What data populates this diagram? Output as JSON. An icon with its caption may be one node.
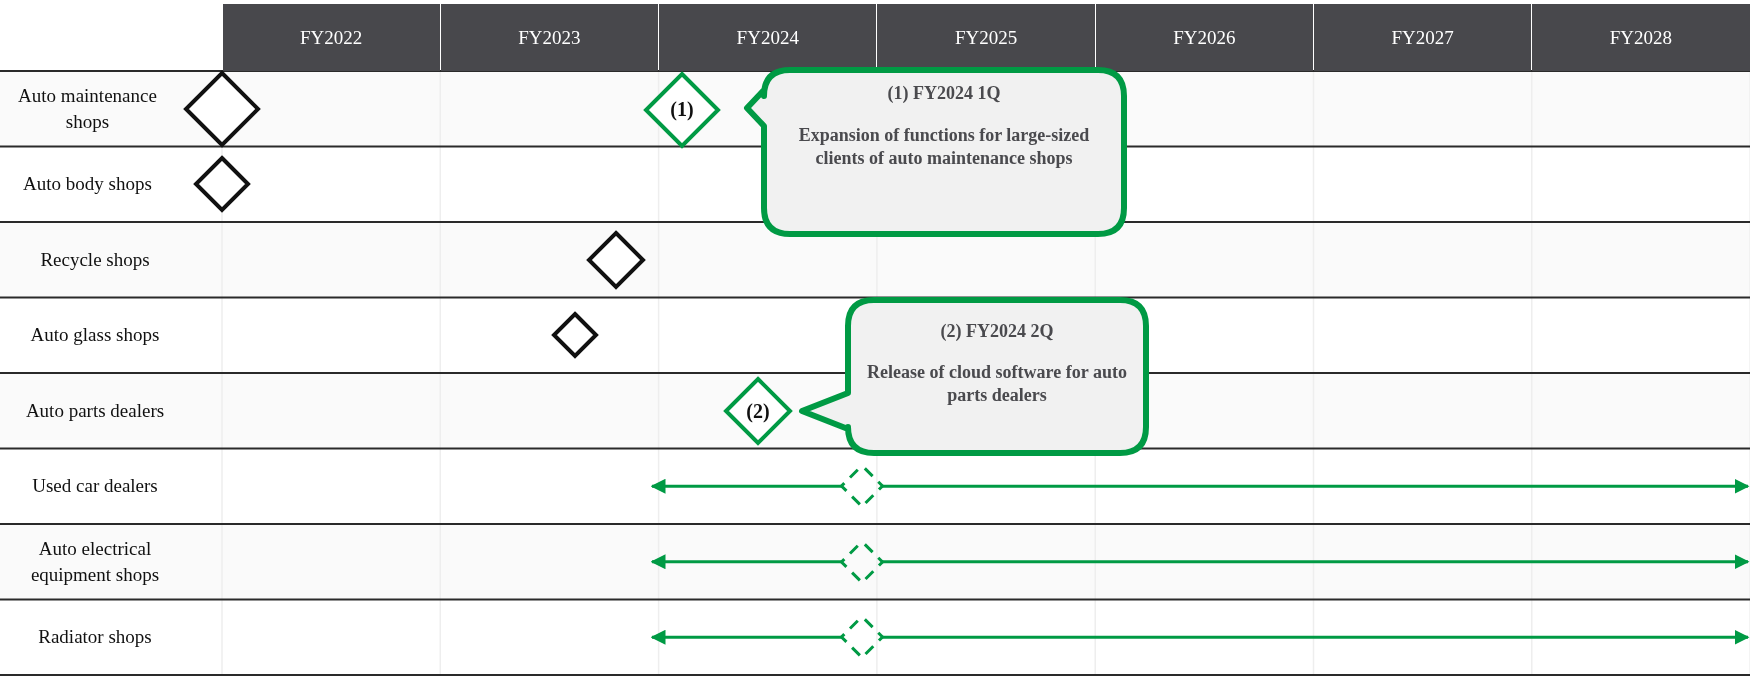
{
  "diagram": {
    "nodes": [
      {
        "text": [
          "FY2022"
        ]
      },
      {
        "text": [
          "FY2023"
        ]
      },
      {
        "text": [
          "FY2024"
        ]
      },
      {
        "text": [
          "FY2025"
        ]
      },
      {
        "text": [
          "FY2026"
        ]
      },
      {
        "text": [
          "FY2027"
        ]
      },
      {
        "text": [
          "FY2028"
        ]
      },
      {
        "text": [],
        "shape": "diamond"
      },
      {
        "text": [
          "(1)"
        ]
      },
      {
        "text": [
          "(1) FY2024 1Q",
          "Expansion of functions for large-sized clients of auto maintenance shops"
        ]
      },
      {
        "text": [],
        "shape": "diamond"
      },
      {
        "text": [],
        "shape": "diamond"
      },
      {
        "text": [],
        "shape": "diamond"
      },
      {
        "text": [
          "(2)"
        ]
      },
      {
        "text": [
          "(2) FY2024 2Q",
          "Release of cloud software for auto parts dealers"
        ]
      },
      {
        "text": [],
        "shape": "diamond"
      },
      {
        "text": [],
        "shape": "diamond"
      },
      {
        "text": [],
        "shape": "diamond"
      }
    ],
    "edges": [
      {
        "from": 15,
        "to": null,
        "arrow": "to"
      },
      {
        "from": 15,
        "to": null,
        "arrow": "to"
      },
      {
        "from": 16,
        "to": null,
        "arrow": "to"
      },
      {
        "from": 16,
        "to": null,
        "arrow": "to"
      },
      {
        "from": 17,
        "to": null,
        "arrow": "to"
      },
      {
        "from": 17,
        "to": null,
        "arrow": "to"
      }
    ],
    "labels": [
      "Auto maintenance shops",
      "Auto body shops",
      "Recycle shops",
      "Auto glass shops",
      "Auto parts dealers",
      "Used car dealers",
      "Auto electrical equipment shops",
      "Radiator shops"
    ]
  }
}
